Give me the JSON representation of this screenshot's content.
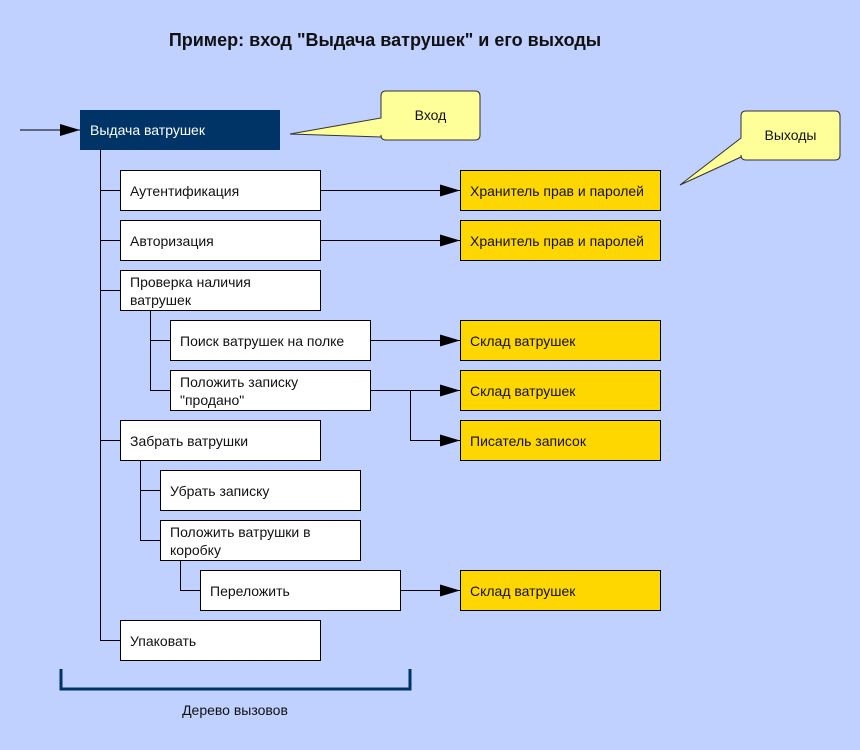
{
  "title": "Пример: вход \"Выдача ватрушек\" и его выходы",
  "root": "Выдача ватрушек",
  "callouts": {
    "input": "Вход",
    "outputs": "Выходы"
  },
  "tree": [
    {
      "label": "Аутентификация",
      "outputs": [
        "Хранитель прав и паролей"
      ]
    },
    {
      "label": "Авторизация",
      "outputs": [
        "Хранитель прав и паролей"
      ]
    },
    {
      "label": "Проверка наличия ватрушек",
      "children": [
        {
          "label": "Поиск ватрушек на полке",
          "outputs": [
            "Склад ватрушек"
          ]
        },
        {
          "label": "Положить записку \"продано\"",
          "outputs": [
            "Склад ватрушек",
            "Писатель записок"
          ]
        }
      ]
    },
    {
      "label": "Забрать ватрушки",
      "children": [
        {
          "label": "Убрать записку"
        },
        {
          "label": "Положить ватрушки в коробку",
          "children": [
            {
              "label": "Переложить",
              "outputs": [
                "Склад ватрушек"
              ]
            }
          ]
        }
      ]
    },
    {
      "label": "Упаковать"
    }
  ],
  "nodes": {
    "n1": "Аутентификация",
    "n2": "Авторизация",
    "n3": "Проверка наличия ватрушек",
    "n4": "Поиск ватрушек на полке",
    "n5": "Положить записку \"продано\"",
    "n6": "Забрать ватрушки",
    "n7": "Убрать записку",
    "n8": "Положить ватрушки в коробку",
    "n9": "Переложить",
    "n10": "Упаковать"
  },
  "outputs": {
    "o1": "Хранитель прав и паролей",
    "o2": "Хранитель прав и паролей",
    "o3": "Склад ватрушек",
    "o4": "Склад ватрушек",
    "o5": "Писатель записок",
    "o6": "Склад ватрушек"
  },
  "caption": "Дерево вызовов",
  "colors": {
    "background": "#c0d0ff",
    "root": "#003366",
    "output": "#ffd700",
    "callout": "#ffff99",
    "bracket": "#003366"
  }
}
